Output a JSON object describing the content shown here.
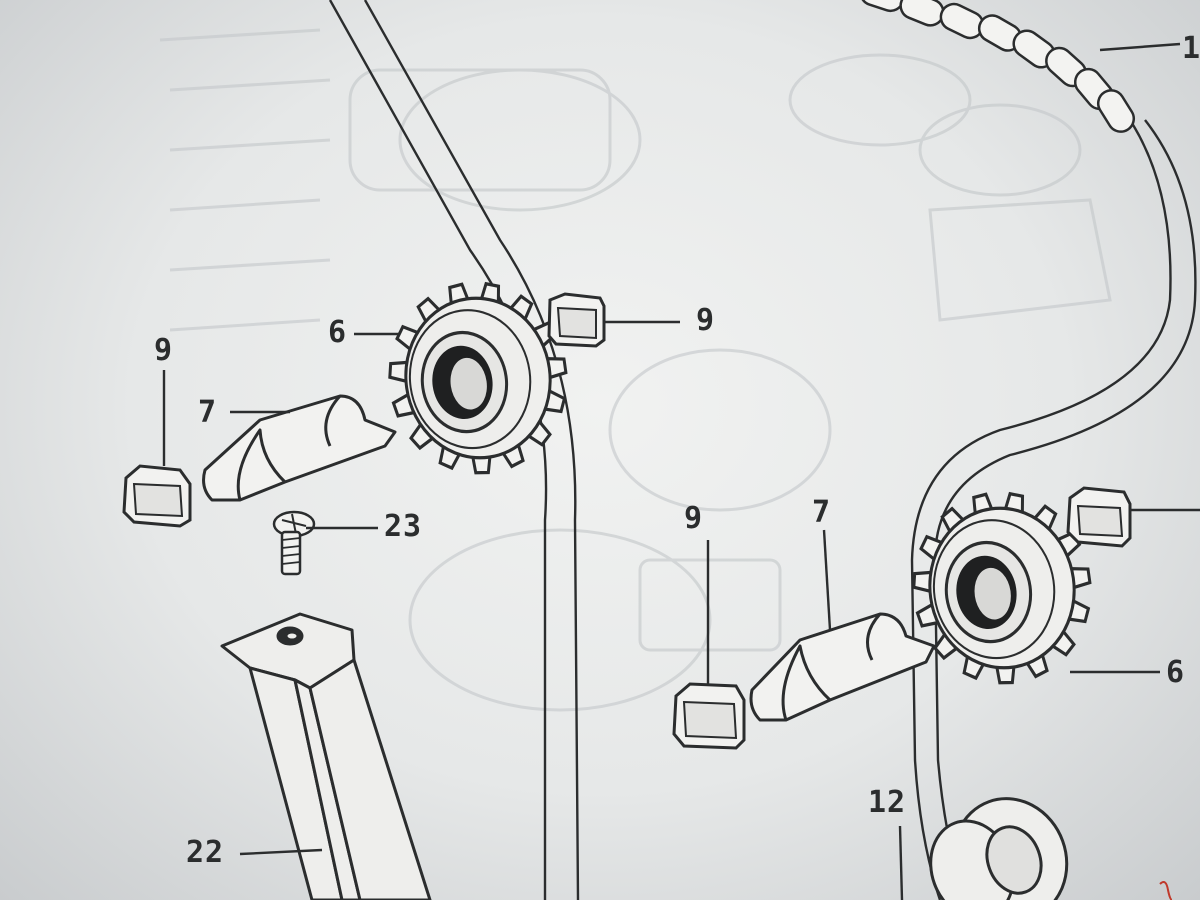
{
  "diagram": {
    "callouts": {
      "chain": "1",
      "sprocket_upper": "6",
      "sprocket_lower": "6",
      "bracket_left": "7",
      "bracket_right": "7",
      "block_left": "9",
      "block_upper": "9",
      "block_right": "9",
      "screw": "23",
      "arm": "22",
      "roller": "12"
    }
  },
  "colors": {
    "ink": "#2b2d2e",
    "paper": "#eceeed",
    "ghost_text": "#b7bcbf",
    "margin_mark": "#c0392b"
  }
}
